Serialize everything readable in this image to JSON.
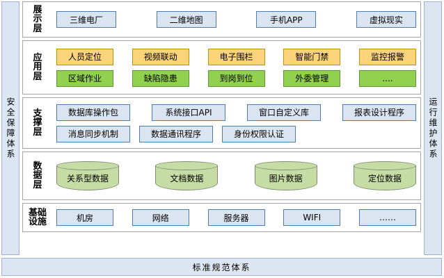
{
  "bands": {
    "left_label": "安全保障体系",
    "right_label": "运行维护体系",
    "bottom_label": "标准规范体系",
    "band_color": "#DCE6F2",
    "band_border": "#9DB3CE"
  },
  "layers": [
    {
      "id": "presentation",
      "label": "展示层",
      "rows": [
        {
          "style": "blue",
          "items": [
            "三维电厂",
            "二维地图",
            "手机APP",
            "虚拟现实"
          ]
        }
      ]
    },
    {
      "id": "application",
      "label": "应用层",
      "rows": [
        {
          "style": "yellow",
          "items": [
            "人员定位",
            "视频联动",
            "电子围栏",
            "智能门禁",
            "监控报警"
          ]
        },
        {
          "style": "green",
          "items": [
            "区域作业",
            "缺陷隐患",
            "到岗到位",
            "外委管理",
            "...."
          ]
        }
      ]
    },
    {
      "id": "support",
      "label": "支撑层",
      "rows": [
        {
          "style": "blue",
          "items": [
            "数据库操作包",
            "系统接口API",
            "窗口自定义库",
            "报表设计程序"
          ]
        },
        {
          "style": "blue",
          "items": [
            "消息同步机制",
            "数据通讯程序",
            "身份权限认证"
          ]
        }
      ]
    },
    {
      "id": "data",
      "label": "数据层",
      "rows": [
        {
          "style": "cylinder",
          "items": [
            "关系型数据",
            "文档数据",
            "图片数据",
            "定位数据"
          ]
        }
      ]
    },
    {
      "id": "infrastructure",
      "label": "基础设施",
      "rows": [
        {
          "style": "blue",
          "items": [
            "机房",
            "网络",
            "服务器",
            "WIFI",
            "……"
          ]
        }
      ]
    }
  ],
  "colors": {
    "blue_fill": "#DBE5F1",
    "blue_border": "#4E7BAE",
    "yellow_fill": "#FBD37A",
    "yellow_border": "#BF9000",
    "green_fill": "#92D14F",
    "green_border": "#5E9732",
    "cylinder_fill": "#C5DDA4",
    "cylinder_border": "#7E8C74",
    "layer_border": "#A6A6A6"
  }
}
